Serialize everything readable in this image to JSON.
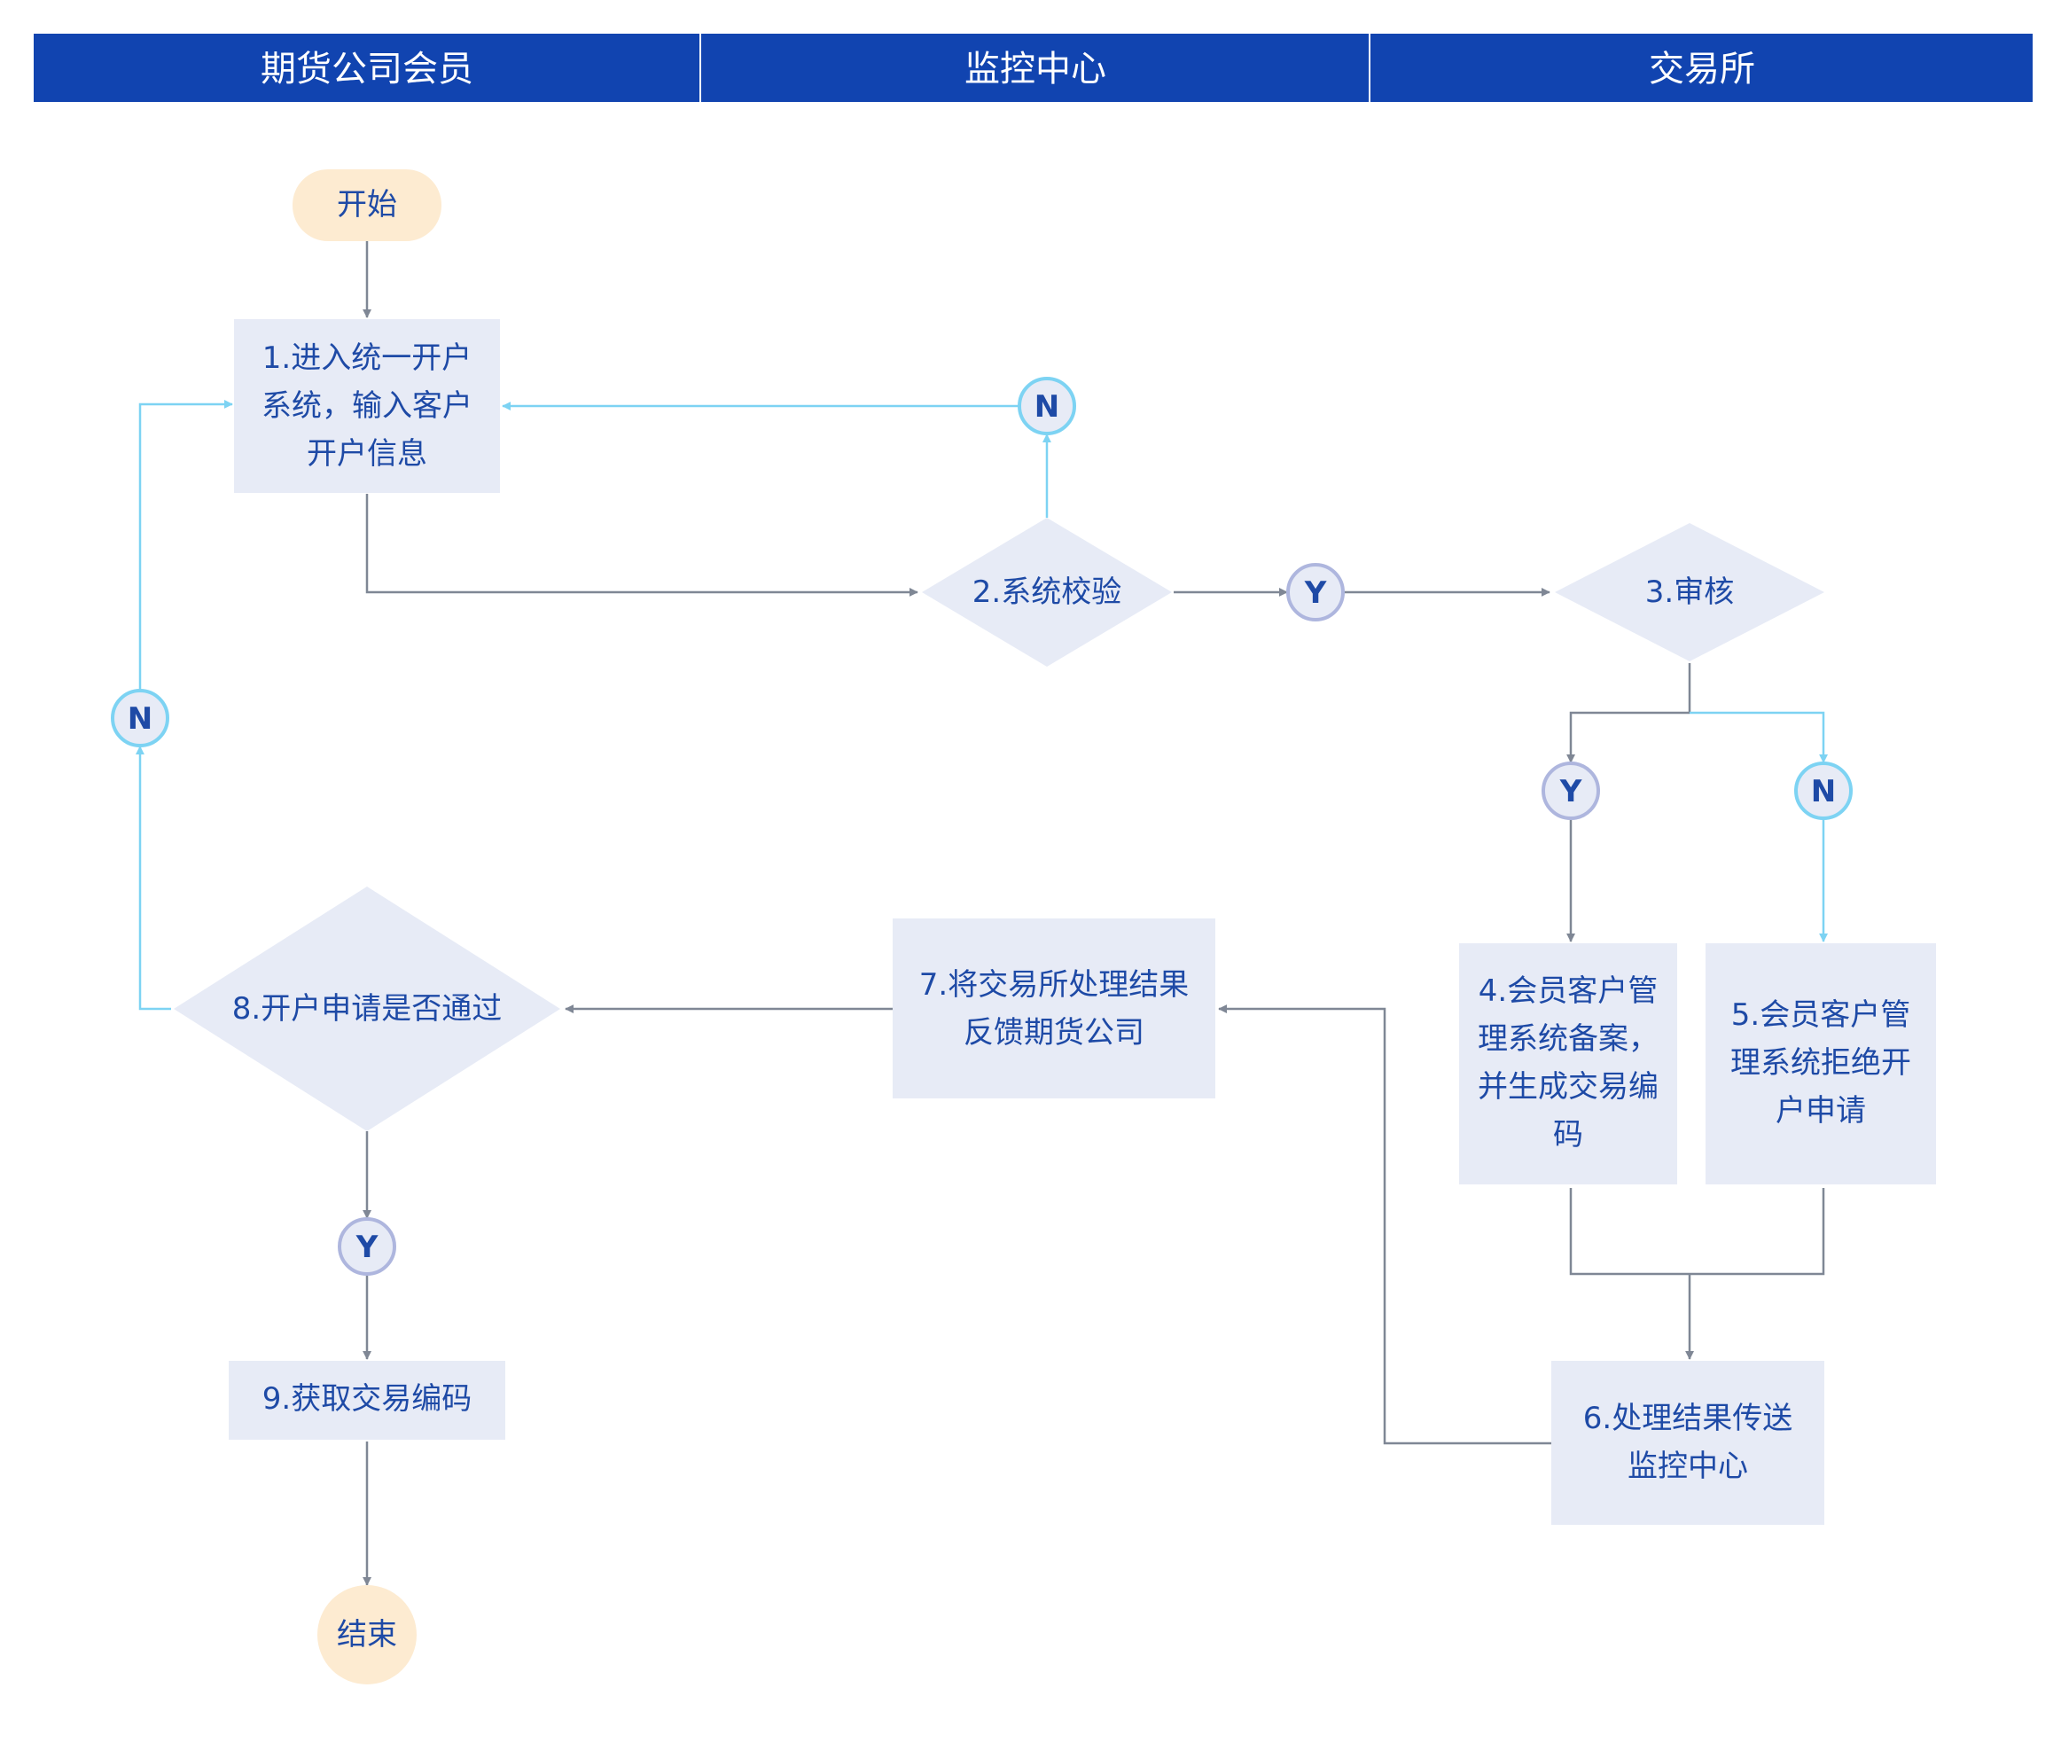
{
  "lanes": [
    "期货公司会员",
    "监控中心",
    "交易所"
  ],
  "nodes": {
    "start": [
      "开始"
    ],
    "step1": [
      "1.进入统一开户",
      "系统，输入客户",
      "开户信息"
    ],
    "step2": [
      "2.系统校验"
    ],
    "step3": [
      "3.审核"
    ],
    "step4": [
      "4.会员客户管",
      "理系统备案，",
      "并生成交易编",
      "码"
    ],
    "step5": [
      "5.会员客户管",
      "理系统拒绝开",
      "户申请"
    ],
    "step6": [
      "6.处理结果传送",
      "监控中心"
    ],
    "step7": [
      "7.将交易所处理结果",
      "反馈期货公司"
    ],
    "step8": [
      "8.开户申请是否通过"
    ],
    "step9": [
      "9.获取交易编码"
    ],
    "end": [
      "结束"
    ]
  },
  "badges": {
    "yes": "Y",
    "no": "N"
  },
  "colors": {
    "header": "#1144b0",
    "box_fill": "#e7ebf6",
    "terminal_fill": "#fdebd1",
    "text": "#1e4aa6",
    "yes_path": "#7f8795",
    "no_path": "#7dd3f3"
  }
}
